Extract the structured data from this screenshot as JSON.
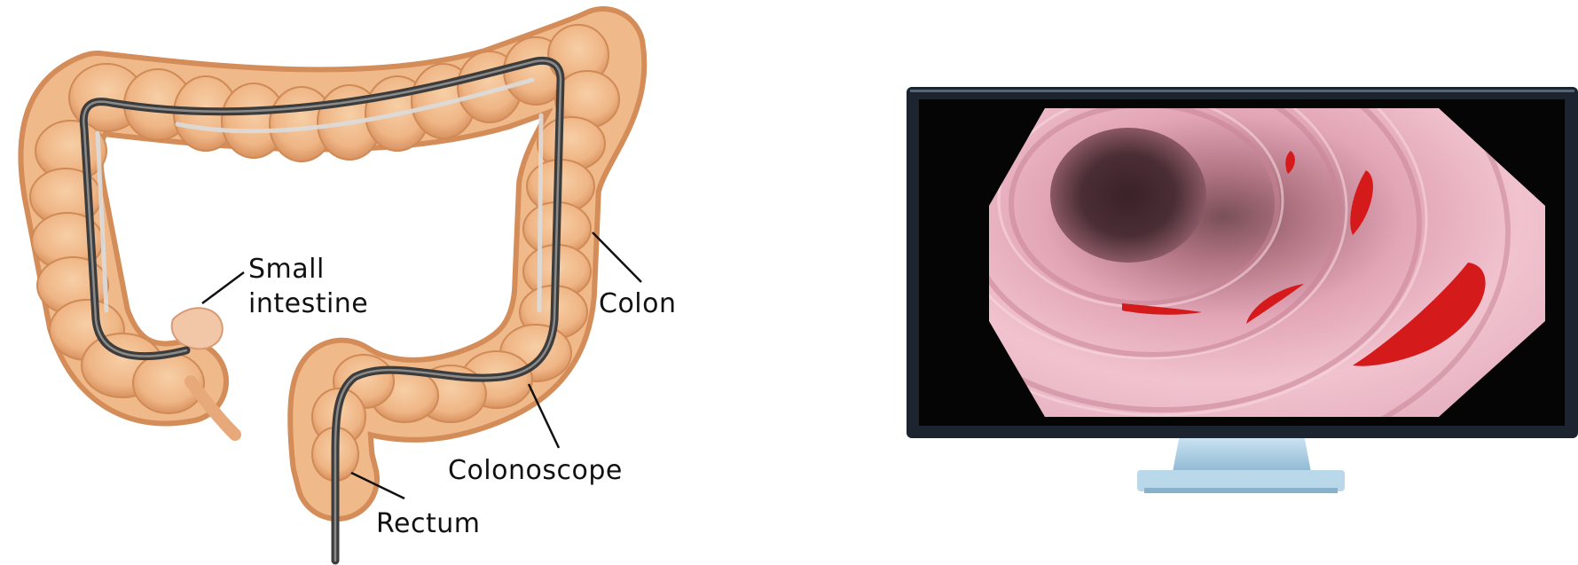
{
  "labels": {
    "small_intestine_line1": "Small",
    "small_intestine_line2": "intestine",
    "colon": "Colon",
    "colonoscope": "Colonoscope",
    "rectum": "Rectum"
  },
  "colors": {
    "colon_fill": "#f0b98a",
    "colon_shadow": "#d9955f",
    "scope_dark": "#3c3c3c",
    "scope_light": "#d8d8d8",
    "tissue_pink": "#e6a8b8",
    "bleeding_red": "#d41a1a",
    "monitor_frame": "#1c2430",
    "monitor_stand": "#a9cde3"
  }
}
